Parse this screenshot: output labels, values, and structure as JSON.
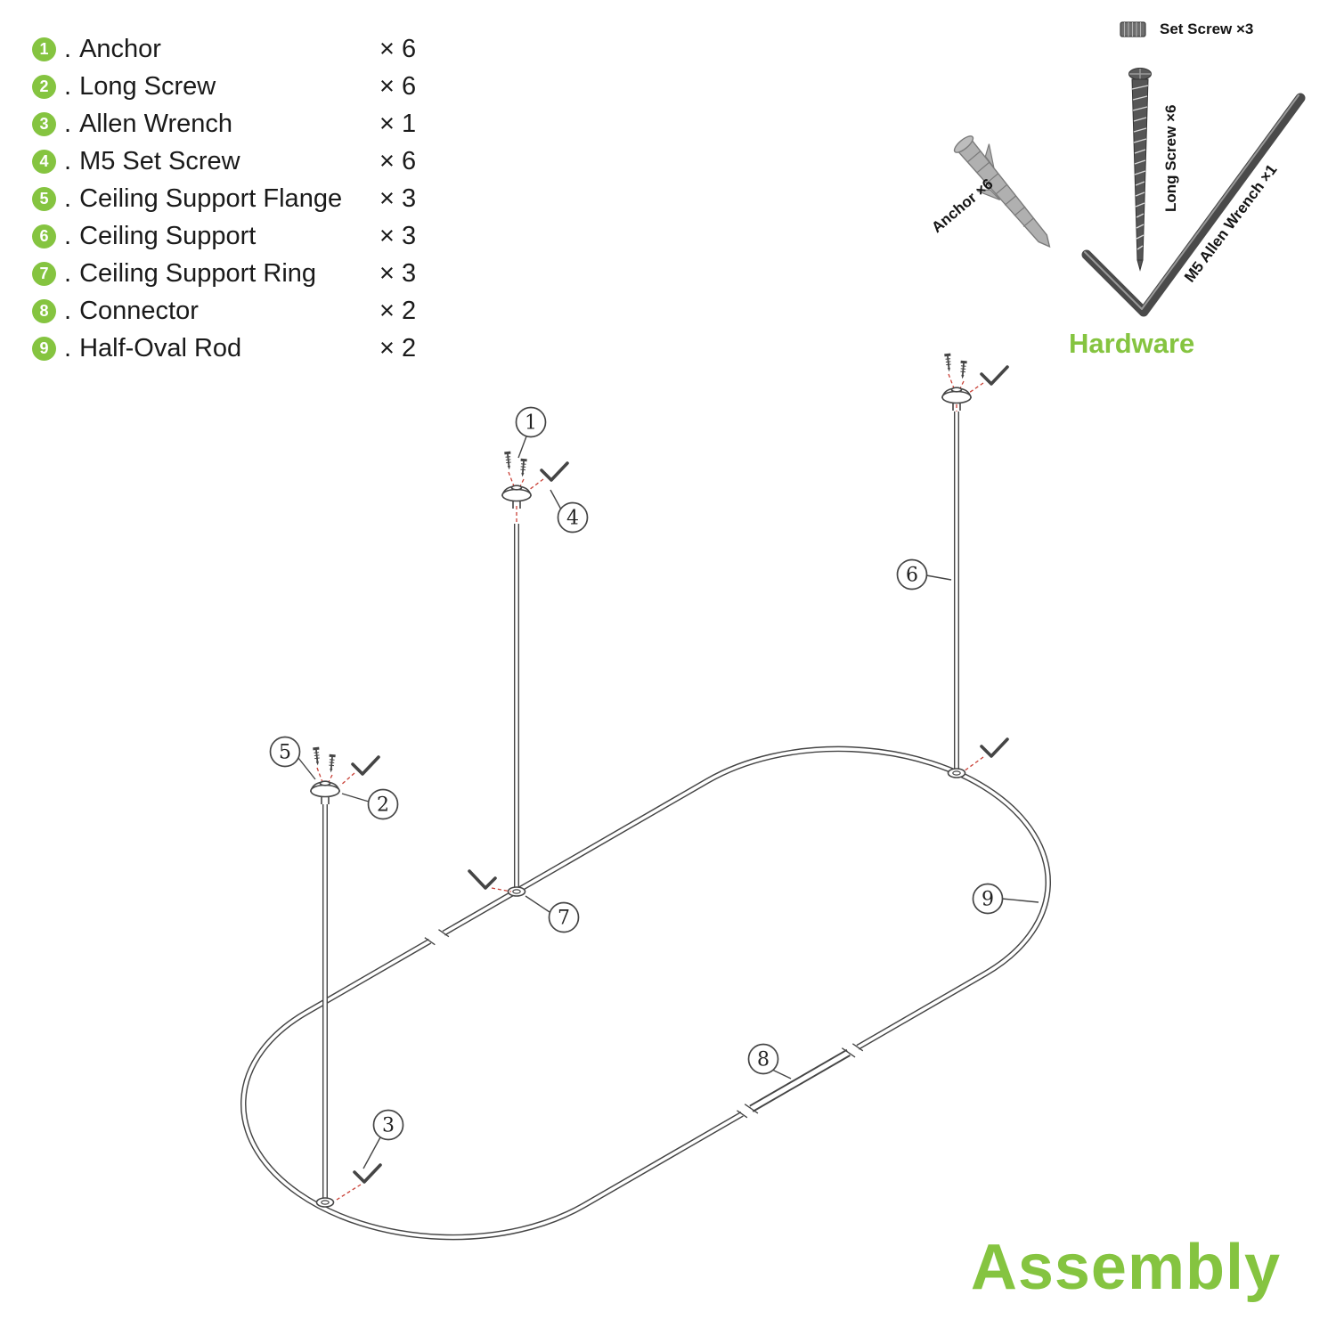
{
  "colors": {
    "accent": "#85c440",
    "line": "#454545",
    "red_dash": "#c94036"
  },
  "parts_list": {
    "separator": ".",
    "items": [
      {
        "num": "1",
        "name": "Anchor",
        "qty": "× 6"
      },
      {
        "num": "2",
        "name": "Long Screw",
        "qty": "× 6"
      },
      {
        "num": "3",
        "name": "Allen Wrench",
        "qty": "× 1"
      },
      {
        "num": "4",
        "name": "M5 Set Screw",
        "qty": "× 6"
      },
      {
        "num": "5",
        "name": "Ceiling Support Flange",
        "qty": "× 3"
      },
      {
        "num": "6",
        "name": "Ceiling Support",
        "qty": "× 3"
      },
      {
        "num": "7",
        "name": "Ceiling Support Ring",
        "qty": "× 3"
      },
      {
        "num": "8",
        "name": "Connector",
        "qty": "× 2"
      },
      {
        "num": "9",
        "name": "Half-Oval Rod",
        "qty": "× 2"
      }
    ]
  },
  "hardware": {
    "title": "Hardware",
    "set_screw_label": "Set Screw ×3",
    "long_screw_label": "Long Screw ×6",
    "anchor_label": "Anchor ×6",
    "allen_wrench_label": "M5 Allen Wrench ×1"
  },
  "diagram": {
    "callouts": [
      "1",
      "2",
      "3",
      "4",
      "5",
      "6",
      "7",
      "8",
      "9"
    ]
  },
  "footer": {
    "title": "Assembly"
  }
}
